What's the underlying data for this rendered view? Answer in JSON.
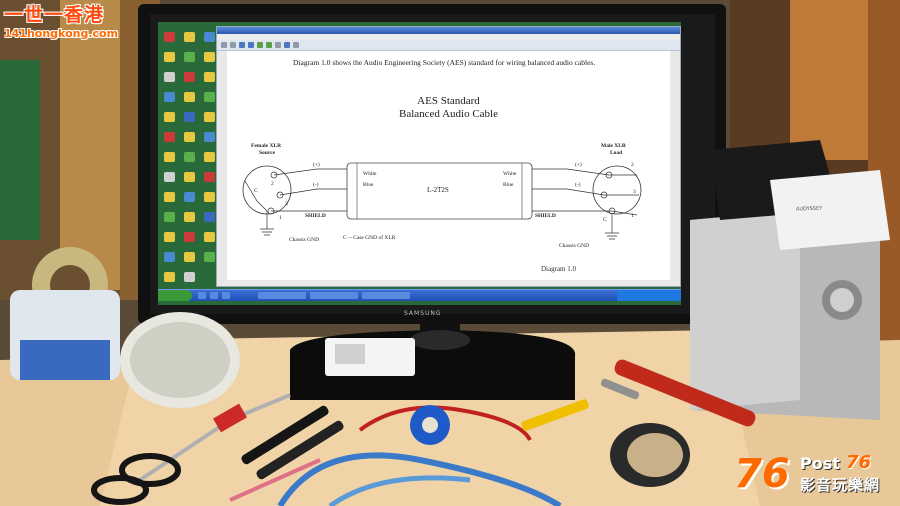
{
  "watermark": {
    "site_name": "一世一香港",
    "site_url": "141hongkong.com",
    "brand_number": "76",
    "brand_post": "Post",
    "brand_post_number": "76",
    "brand_tagline": "影音玩樂網"
  },
  "monitor": {
    "brand": "SAMSUNG"
  },
  "device_label": "AUDYSSEY",
  "viewer": {
    "title": "",
    "menu": [
      "",
      "",
      "",
      "",
      "",
      ""
    ]
  },
  "document": {
    "intro": "Diagram 1.0 shows the Audio Engineering Society (AES) standard for wiring balanced audio cables.",
    "title_line1": "AES Standard",
    "title_line2": "Balanced Audio Cable",
    "source_label_1": "Female XLR",
    "source_label_2": "Source",
    "load_label_1": "Male XLR",
    "load_label_2": "Load",
    "pin_2": "2",
    "pin_3": "3",
    "pin_1": "1",
    "pin_c": "C",
    "plus": "(+)",
    "minus": "(-)",
    "shield_left": "SHIELD",
    "shield_right": "SHIELD",
    "white_left": "White",
    "blue_left": "Blue",
    "white_right": "White",
    "blue_right": "Blue",
    "cable_name": "L-2T2S",
    "chassis_gnd_left": "Chassis GND",
    "chassis_gnd_right": "Chassis GND",
    "case_note": "C -- Case GND of XLR",
    "caption": "Diagram 1.0"
  },
  "colors": {
    "watermark_orange": "#ff6a00",
    "desktop_green": "#2a6a3a",
    "taskbar_blue": "#2a5ed0"
  }
}
